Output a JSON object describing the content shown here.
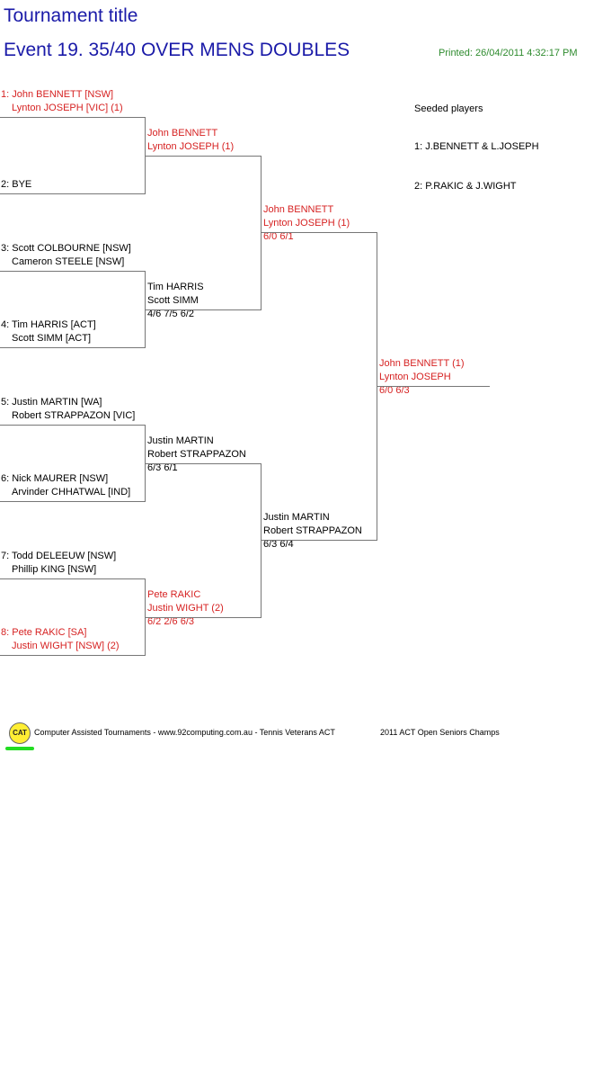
{
  "header": {
    "tournament_title": "Tournament title",
    "event_title": "Event 19. 35/40 OVER MENS DOUBLES",
    "printed": "Printed: 26/04/2011 4:32:17 PM"
  },
  "seeded": {
    "heading": "Seeded players",
    "items": [
      "1: J.BENNETT & L.JOSEPH",
      "2: P.RAKIC & J.WIGHT"
    ]
  },
  "round1": [
    {
      "line1": "1: John BENNETT [NSW]",
      "line2": "Lynton JOSEPH [VIC] (1)",
      "color": "red"
    },
    {
      "line1": "2: BYE",
      "line2": "",
      "color": "black"
    },
    {
      "line1": "3: Scott COLBOURNE [NSW]",
      "line2": "Cameron STEELE [NSW]",
      "color": "black"
    },
    {
      "line1": "4: Tim HARRIS [ACT]",
      "line2": "Scott SIMM [ACT]",
      "color": "black"
    },
    {
      "line1": "5: Justin MARTIN [WA]",
      "line2": "Robert STRAPPAZON [VIC]",
      "color": "black"
    },
    {
      "line1": "6: Nick MAURER [NSW]",
      "line2": "Arvinder CHHATWAL [IND]",
      "color": "black"
    },
    {
      "line1": "7: Todd DELEEUW [NSW]",
      "line2": "Phillip KING [NSW]",
      "color": "black"
    },
    {
      "line1": "8: Pete RAKIC [SA]",
      "line2": "Justin WIGHT [NSW] (2)",
      "color": "red"
    }
  ],
  "round2": [
    {
      "line1": "John BENNETT",
      "line2": "Lynton JOSEPH (1)",
      "score": "",
      "color": "red"
    },
    {
      "line1": "Tim HARRIS",
      "line2": "Scott SIMM",
      "score": "4/6 7/5 6/2",
      "color": "black"
    },
    {
      "line1": "Justin MARTIN",
      "line2": "Robert STRAPPAZON",
      "score": "6/3 6/1",
      "color": "black"
    },
    {
      "line1": "Pete RAKIC",
      "line2": "Justin WIGHT (2)",
      "score": "6/2 2/6 6/3",
      "color": "red"
    }
  ],
  "round3": [
    {
      "line1": "John BENNETT",
      "line2": "Lynton JOSEPH (1)",
      "score": "6/0 6/1",
      "color": "red"
    },
    {
      "line1": "Justin MARTIN",
      "line2": "Robert STRAPPAZON",
      "score": "6/3 6/4",
      "color": "black"
    }
  ],
  "final": {
    "line1": "John BENNETT (1)",
    "line2": "Lynton JOSEPH",
    "score": "6/0 6/3",
    "color": "red"
  },
  "footer": {
    "logo_text": "CAT",
    "credit": "Computer Assisted Tournaments - www.92computing.com.au -  Tennis Veterans ACT",
    "event_name": "2011 ACT Open Seniors Champs"
  }
}
